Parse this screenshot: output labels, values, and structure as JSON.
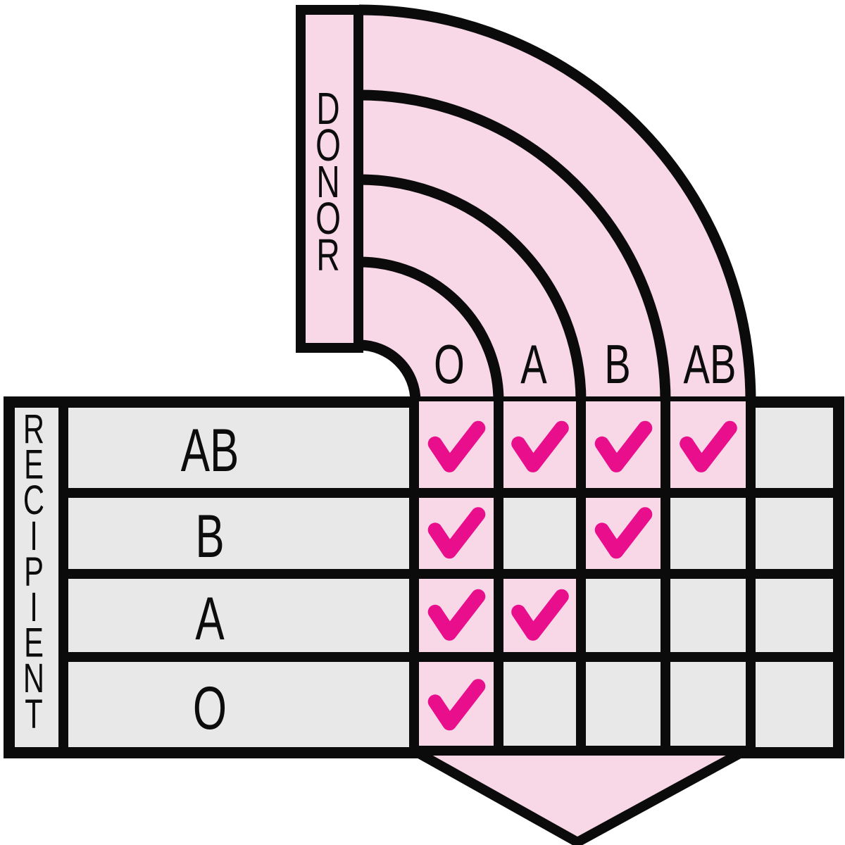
{
  "figure": {
    "kind": "blood-type-compatibility-diagram",
    "check_icon": "✔"
  },
  "donor": {
    "label": "DONOR",
    "types": [
      "O",
      "A",
      "B",
      "AB"
    ]
  },
  "recipient": {
    "label": "RECIPIENT",
    "types": [
      "AB",
      "B",
      "A",
      "O"
    ]
  },
  "compatibility": {
    "donor_order": [
      "O",
      "A",
      "B",
      "AB"
    ],
    "rows": [
      {
        "recipient": "AB",
        "checks": [
          1,
          1,
          1,
          1
        ]
      },
      {
        "recipient": "B",
        "checks": [
          1,
          0,
          1,
          0
        ]
      },
      {
        "recipient": "A",
        "checks": [
          1,
          1,
          0,
          0
        ]
      },
      {
        "recipient": "O",
        "checks": [
          1,
          0,
          0,
          0
        ]
      }
    ]
  },
  "colors": {
    "pink": "#F8D7E7",
    "magenta": "#E90E8C",
    "grey": "#E8E8E8",
    "line": "#0B0B0B",
    "background": "#FFFFFF"
  }
}
